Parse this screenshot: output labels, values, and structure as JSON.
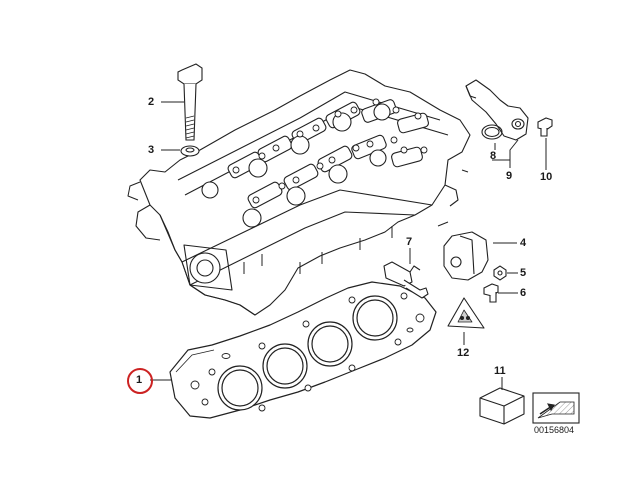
{
  "diagram": {
    "reference_number": "00156804",
    "highlight_color": "#cc2222",
    "line_color": "#222222",
    "callouts": [
      {
        "id": "1",
        "text": "1",
        "highlighted": true
      },
      {
        "id": "2",
        "text": "2"
      },
      {
        "id": "3",
        "text": "3"
      },
      {
        "id": "4",
        "text": "4"
      },
      {
        "id": "5",
        "text": "5"
      },
      {
        "id": "6",
        "text": "6"
      },
      {
        "id": "7",
        "text": "7"
      },
      {
        "id": "8",
        "text": "8"
      },
      {
        "id": "9",
        "text": "9"
      },
      {
        "id": "10",
        "text": "10"
      },
      {
        "id": "11",
        "text": "11"
      },
      {
        "id": "12",
        "text": "12"
      }
    ]
  }
}
